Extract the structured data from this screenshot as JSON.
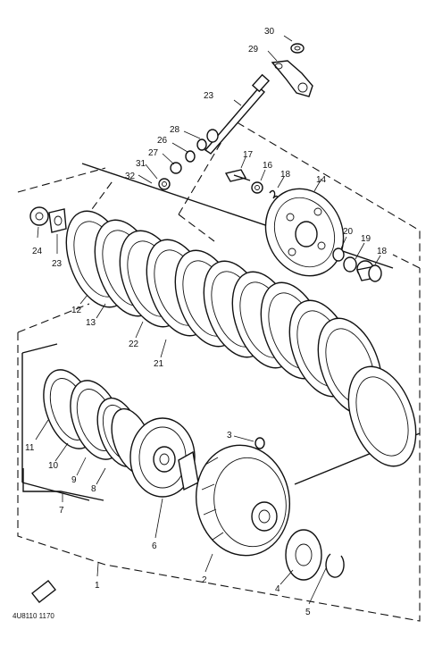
{
  "diagram": {
    "callouts": {
      "c1": "1",
      "c2": "2",
      "c3": "3",
      "c4": "4",
      "c5": "5",
      "c6": "6",
      "c7": "7",
      "c8": "8",
      "c9": "9",
      "c10": "10",
      "c11": "11",
      "c12": "12",
      "c13": "13",
      "c14": "14",
      "c16": "16",
      "c17": "17",
      "c18a": "18",
      "c18b": "18",
      "c19": "19",
      "c20": "20",
      "c21": "21",
      "c22": "22",
      "c23a": "23",
      "c23b": "23",
      "c24": "24",
      "c26": "26",
      "c27": "27",
      "c28": "28",
      "c29": "29",
      "c30": "30",
      "c31": "31",
      "c32": "32"
    },
    "drawing_code": "4U8110 1170"
  }
}
